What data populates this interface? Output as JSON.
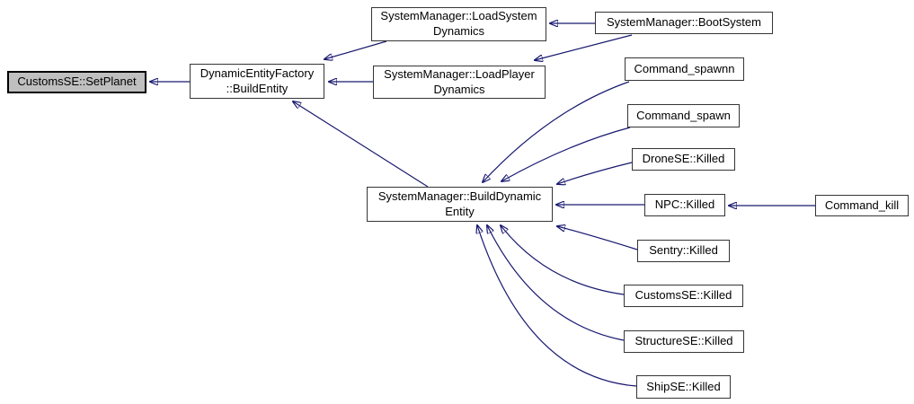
{
  "diagram": {
    "type": "doxygen-caller-graph",
    "colors": {
      "background": "#ffffff",
      "edge": "#191970",
      "node_fill": "#ffffff",
      "node_border": "#353535",
      "highlight_fill": "#bfbfbf",
      "highlight_border": "#000000",
      "text": "#000000"
    },
    "nodes": [
      {
        "id": "setplanet",
        "label": "CustomsSE::SetPlanet",
        "highlighted": true
      },
      {
        "id": "buildentity",
        "label": "DynamicEntityFactory\n::BuildEntity"
      },
      {
        "id": "loadsystem",
        "label": "SystemManager::LoadSystem\nDynamics"
      },
      {
        "id": "bootsystem",
        "label": "SystemManager::BootSystem"
      },
      {
        "id": "loadplayer",
        "label": "SystemManager::LoadPlayer\nDynamics"
      },
      {
        "id": "builddynamic",
        "label": "SystemManager::BuildDynamic\nEntity"
      },
      {
        "id": "spawnn",
        "label": "Command_spawnn"
      },
      {
        "id": "spawn",
        "label": "Command_spawn"
      },
      {
        "id": "drone",
        "label": "DroneSE::Killed"
      },
      {
        "id": "npc",
        "label": "NPC::Killed"
      },
      {
        "id": "kill",
        "label": "Command_kill"
      },
      {
        "id": "sentry",
        "label": "Sentry::Killed"
      },
      {
        "id": "customskilled",
        "label": "CustomsSE::Killed"
      },
      {
        "id": "structure",
        "label": "StructureSE::Killed"
      },
      {
        "id": "ship",
        "label": "ShipSE::Killed"
      }
    ],
    "edges": [
      {
        "from": "buildentity",
        "to": "setplanet"
      },
      {
        "from": "loadsystem",
        "to": "buildentity"
      },
      {
        "from": "loadplayer",
        "to": "buildentity"
      },
      {
        "from": "builddynamic",
        "to": "buildentity"
      },
      {
        "from": "bootsystem",
        "to": "loadsystem"
      },
      {
        "from": "bootsystem",
        "to": "loadplayer"
      },
      {
        "from": "spawnn",
        "to": "builddynamic"
      },
      {
        "from": "spawn",
        "to": "builddynamic"
      },
      {
        "from": "drone",
        "to": "builddynamic"
      },
      {
        "from": "npc",
        "to": "builddynamic"
      },
      {
        "from": "kill",
        "to": "npc"
      },
      {
        "from": "sentry",
        "to": "builddynamic"
      },
      {
        "from": "customskilled",
        "to": "builddynamic"
      },
      {
        "from": "structure",
        "to": "builddynamic"
      },
      {
        "from": "ship",
        "to": "builddynamic"
      }
    ]
  }
}
